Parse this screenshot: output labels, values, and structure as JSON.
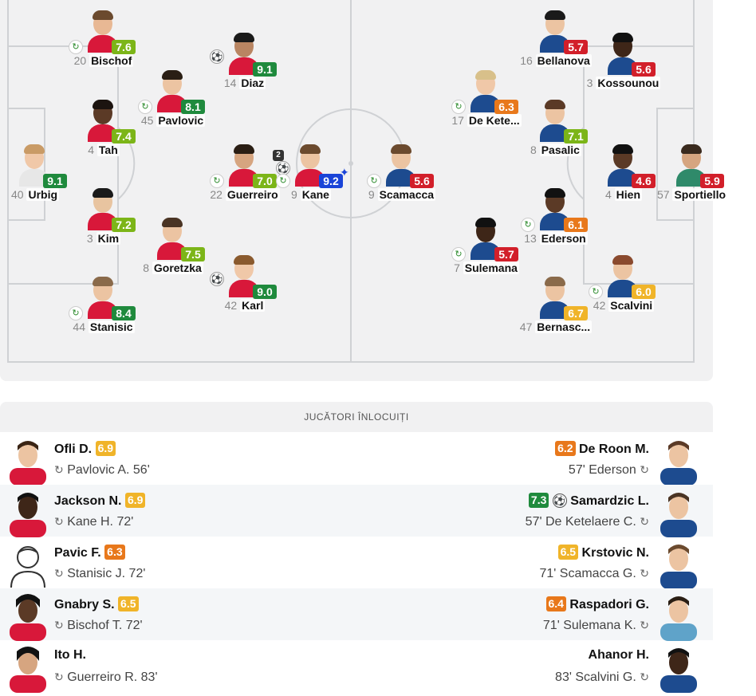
{
  "colors": {
    "rating_dark_green": "#1f8a3d",
    "rating_green": "#7cb518",
    "rating_yellow": "#f0b429",
    "rating_orange": "#e8781b",
    "rating_red": "#d21f2a",
    "rating_blue": "#1a44d8",
    "home_shirt": "#d8183a",
    "away_shirt": "#1d4b8f"
  },
  "lineup": {
    "home": [
      {
        "number": "40",
        "name": "Urbig",
        "rating": "9.1",
        "tier": "dark_green",
        "sub": false,
        "goal": false
      },
      {
        "number": "20",
        "name": "Bischof",
        "rating": "7.6",
        "tier": "green",
        "sub": true,
        "goal": false
      },
      {
        "number": "4",
        "name": "Tah",
        "rating": "7.4",
        "tier": "green",
        "sub": false,
        "goal": false
      },
      {
        "number": "3",
        "name": "Kim",
        "rating": "7.2",
        "tier": "green",
        "sub": false,
        "goal": false
      },
      {
        "number": "44",
        "name": "Stanisic",
        "rating": "8.4",
        "tier": "dark_green",
        "sub": true,
        "goal": false
      },
      {
        "number": "45",
        "name": "Pavlovic",
        "rating": "8.1",
        "tier": "dark_green",
        "sub": true,
        "goal": false
      },
      {
        "number": "8",
        "name": "Goretzka",
        "rating": "7.5",
        "tier": "green",
        "sub": false,
        "goal": false
      },
      {
        "number": "14",
        "name": "Diaz",
        "rating": "9.1",
        "tier": "dark_green",
        "sub": false,
        "goal": true
      },
      {
        "number": "22",
        "name": "Guerreiro",
        "rating": "7.0",
        "tier": "green",
        "sub": true,
        "goal": false
      },
      {
        "number": "42",
        "name": "Karl",
        "rating": "9.0",
        "tier": "dark_green",
        "sub": false,
        "goal": true
      },
      {
        "number": "9",
        "name": "Kane",
        "rating": "9.2",
        "tier": "blue",
        "sub": true,
        "goal": true,
        "goal_count": "2",
        "motm": true
      }
    ],
    "away": [
      {
        "number": "57",
        "name": "Sportiello",
        "rating": "5.9",
        "tier": "red",
        "sub": false,
        "goal": false
      },
      {
        "number": "16",
        "name": "Bellanova",
        "rating": "5.7",
        "tier": "red",
        "sub": false,
        "goal": false
      },
      {
        "number": "3",
        "name": "Kossounou",
        "rating": "5.6",
        "tier": "red",
        "sub": false,
        "goal": false
      },
      {
        "number": "4",
        "name": "Hien",
        "rating": "4.6",
        "tier": "red",
        "sub": false,
        "goal": false
      },
      {
        "number": "42",
        "name": "Scalvini",
        "rating": "6.0",
        "tier": "yellow",
        "sub": true,
        "goal": false
      },
      {
        "number": "47",
        "name": "Bernasc...",
        "rating": "6.7",
        "tier": "yellow",
        "sub": false,
        "goal": false
      },
      {
        "number": "17",
        "name": "De Kete...",
        "rating": "6.3",
        "tier": "orange",
        "sub": true,
        "goal": false
      },
      {
        "number": "8",
        "name": "Pasalic",
        "rating": "7.1",
        "tier": "green",
        "sub": false,
        "goal": false
      },
      {
        "number": "13",
        "name": "Ederson",
        "rating": "6.1",
        "tier": "orange",
        "sub": true,
        "goal": false
      },
      {
        "number": "7",
        "name": "Sulemana",
        "rating": "5.7",
        "tier": "red",
        "sub": true,
        "goal": false
      },
      {
        "number": "9",
        "name": "Scamacca",
        "rating": "5.6",
        "tier": "red",
        "sub": true,
        "goal": false
      }
    ]
  },
  "substitutes": {
    "header": "JUCĂTORI ÎNLOCUIȚI",
    "swap_icon": "↻",
    "rows": [
      {
        "left": {
          "name": "Ofli D.",
          "rating": "6.9",
          "tier": "yellow",
          "detail": "Pavlovic A. 56'"
        },
        "right": {
          "name": "De Roon M.",
          "rating": "6.2",
          "tier": "orange",
          "detail": "57' Ederson",
          "goal": false
        }
      },
      {
        "left": {
          "name": "Jackson N.",
          "rating": "6.9",
          "tier": "yellow",
          "detail": "Kane H. 72'"
        },
        "right": {
          "name": "Samardzic L.",
          "rating": "7.3",
          "tier": "green",
          "detail": "57' De Ketelaere C.",
          "goal": true
        }
      },
      {
        "left": {
          "name": "Pavic F.",
          "rating": "6.3",
          "tier": "orange",
          "detail": "Stanisic J. 72'"
        },
        "right": {
          "name": "Krstovic N.",
          "rating": "6.5",
          "tier": "yellow",
          "detail": "71' Scamacca G.",
          "goal": false
        }
      },
      {
        "left": {
          "name": "Gnabry S.",
          "rating": "6.5",
          "tier": "yellow",
          "detail": "Bischof T. 72'"
        },
        "right": {
          "name": "Raspadori G.",
          "rating": "6.4",
          "tier": "orange",
          "detail": "71' Sulemana K.",
          "goal": false
        }
      },
      {
        "left": {
          "name": "Ito H.",
          "rating": "",
          "tier": "",
          "detail": "Guerreiro R. 83'"
        },
        "right": {
          "name": "Ahanor H.",
          "rating": "",
          "tier": "",
          "detail": "83' Scalvini G.",
          "goal": false
        }
      }
    ]
  }
}
